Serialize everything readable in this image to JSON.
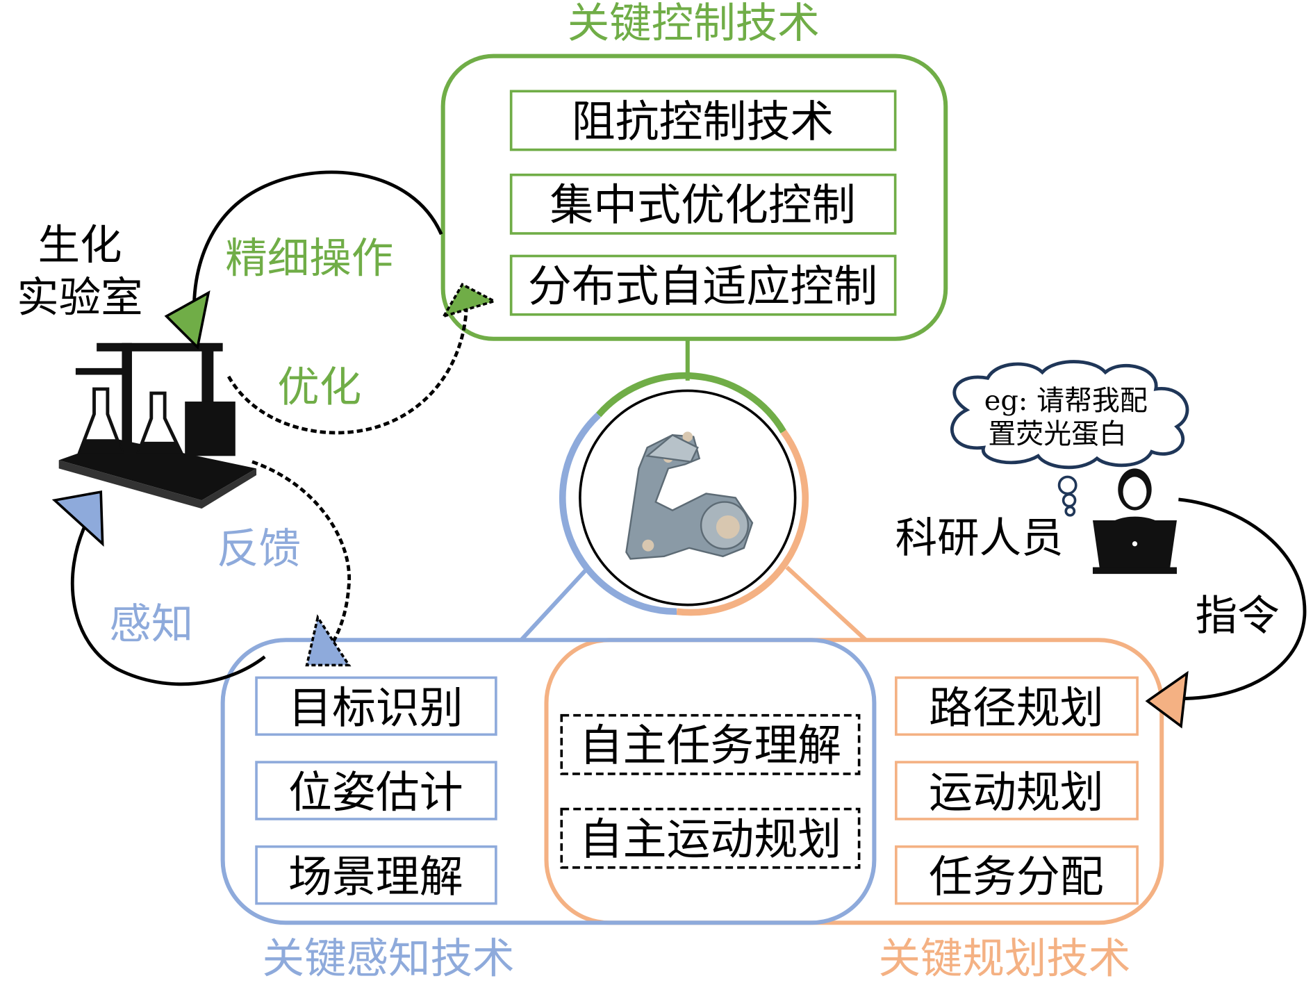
{
  "colors": {
    "control": "#70ad47",
    "perception": "#8eaadb",
    "planning": "#f4b183",
    "ink": "#000000"
  },
  "control": {
    "title": "关键控制技术",
    "items": [
      "阻抗控制技术",
      "集中式优化控制",
      "分布式自适应控制"
    ]
  },
  "perception": {
    "title": "关键感知技术",
    "items": [
      "目标识别",
      "位姿估计",
      "场景理解"
    ]
  },
  "shared": {
    "items": [
      "自主任务理解",
      "自主运动规划"
    ]
  },
  "planning": {
    "title": "关键规划技术",
    "items": [
      "路径规划",
      "运动规划",
      "任务分配"
    ]
  },
  "lab": {
    "line1": "生化",
    "line2": "实验室"
  },
  "flows": {
    "fine_operation": "精细操作",
    "optimize": "优化",
    "feedback": "反馈",
    "sense": "感知",
    "command": "指令"
  },
  "researcher": {
    "label": "科研人员",
    "thought_line1": "eg: 请帮我配",
    "thought_line2": "置荧光蛋白"
  },
  "icons": [
    "lab-equipment-icon",
    "robot-arm-icon",
    "researcher-laptop-icon",
    "thought-bubble-icon"
  ]
}
